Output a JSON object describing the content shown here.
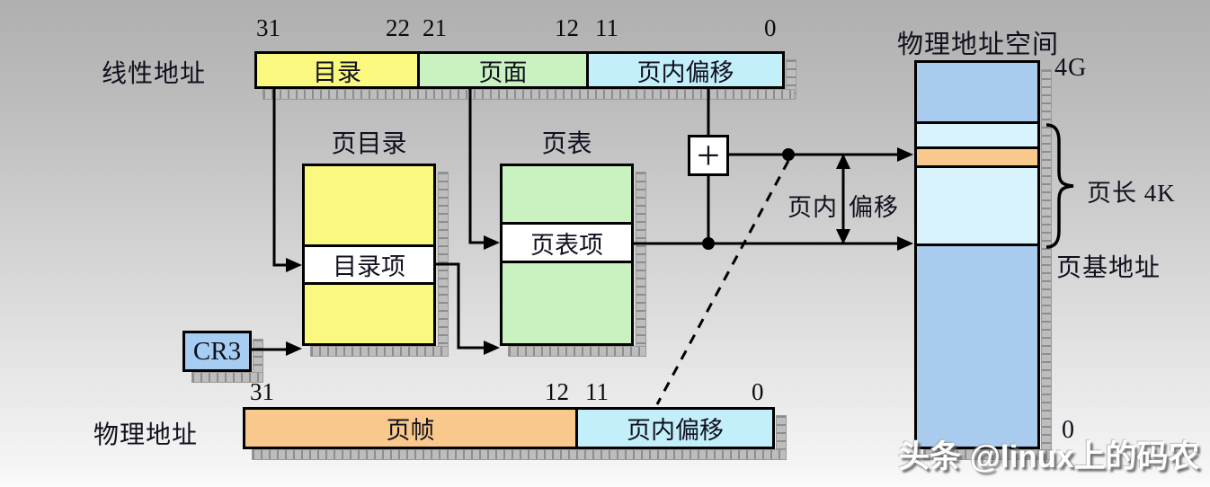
{
  "linear_address": {
    "label": "线性地址",
    "bit_31": "31",
    "bit_22": "22",
    "bit_21": "21",
    "bit_12": "12",
    "bit_11": "11",
    "bit_0": "0",
    "segments": [
      {
        "label": "目录",
        "bits": "31-22",
        "color": "#fbf87f"
      },
      {
        "label": "页面",
        "bits": "21-12",
        "color": "#c9f2c0"
      },
      {
        "label": "页内偏移",
        "bits": "11-0",
        "color": "#c3effa"
      }
    ]
  },
  "page_directory": {
    "title": "页目录",
    "entry_label": "目录项",
    "fill": "#fbf87f"
  },
  "page_table": {
    "title": "页表",
    "entry_label": "页表项",
    "fill": "#c9f2c0"
  },
  "cr3_register": {
    "label": "CR3",
    "fill": "#a6cdf2"
  },
  "adder": {
    "symbol": "+"
  },
  "page_offset_span": {
    "label_left": "页内",
    "label_right": "偏移"
  },
  "physical_address": {
    "label": "物理地址",
    "bit_31": "31",
    "bit_12": "12",
    "bit_11": "11",
    "bit_0": "0",
    "segments": [
      {
        "label": "页帧",
        "bits": "31-12",
        "color": "#f9c88c"
      },
      {
        "label": "页内偏移",
        "bits": "11-0",
        "color": "#c3effa"
      }
    ]
  },
  "physical_space": {
    "title": "物理地址空间",
    "top_address": "4G",
    "bottom_address": "0",
    "page_length_label": "页长 4K",
    "page_base_label": "页基地址",
    "band_colors": {
      "memory": "#a8cbee",
      "page_interior": "#d8f3fb",
      "frame_slot": "#f9c88c"
    }
  },
  "watermark": {
    "text": "头条 @linux上的码农"
  },
  "colors": {
    "line": "#000000",
    "shadow_hatch": "#8d8d8d",
    "entry_bg": "#ffffff"
  }
}
